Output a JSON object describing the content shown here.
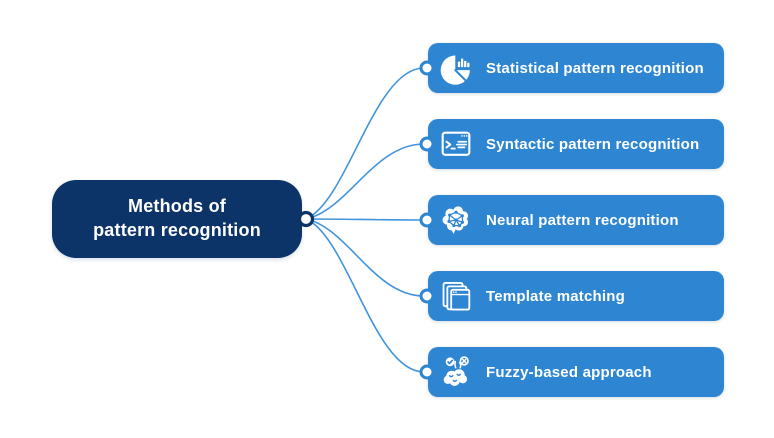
{
  "diagram": {
    "root": {
      "label_line1": "Methods of",
      "label_line2": "pattern recognition"
    },
    "branches": [
      {
        "label": "Statistical pattern recognition",
        "icon": "pie-bar-chart-icon"
      },
      {
        "label": "Syntactic pattern recognition",
        "icon": "terminal-window-icon"
      },
      {
        "label": "Neural pattern recognition",
        "icon": "brain-network-icon"
      },
      {
        "label": "Template matching",
        "icon": "stacked-windows-icon"
      },
      {
        "label": "Fuzzy-based approach",
        "icon": "fuzzy-logic-icon"
      }
    ]
  },
  "colors": {
    "background": "#ffffff",
    "root_bg": "#0d3469",
    "branch_bg": "#2e86d3",
    "connector": "#4195dd",
    "handle_fill": "#ffffff",
    "text": "#ffffff"
  }
}
